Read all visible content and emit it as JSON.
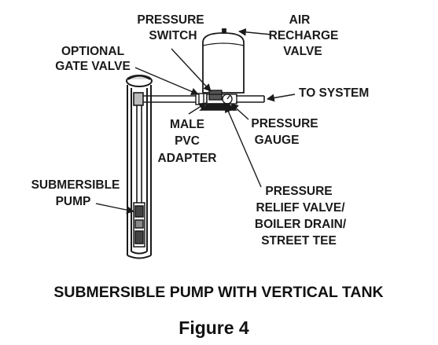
{
  "labels": {
    "pressure": "PRESSURE",
    "switch": "SWITCH",
    "air": "AIR",
    "recharge": "RECHARGE",
    "valve": "VALVE",
    "optional": "OPTIONAL",
    "gate_valve": "GATE VALVE",
    "to_system": "TO SYSTEM",
    "male": "MALE",
    "pvc": "PVC",
    "adapter": "ADAPTER",
    "pressure2": "PRESSURE",
    "gauge": "GAUGE",
    "submersible": "SUBMERSIBLE",
    "pump": "PUMP",
    "pressure3": "PRESSURE",
    "relief_valve": "RELIEF VALVE/",
    "boiler_drain": "BOILER DRAIN/",
    "street_tee": "STREET TEE"
  },
  "caption": "SUBMERSIBLE PUMP WITH VERTICAL TANK",
  "figure_label": "Figure 4"
}
